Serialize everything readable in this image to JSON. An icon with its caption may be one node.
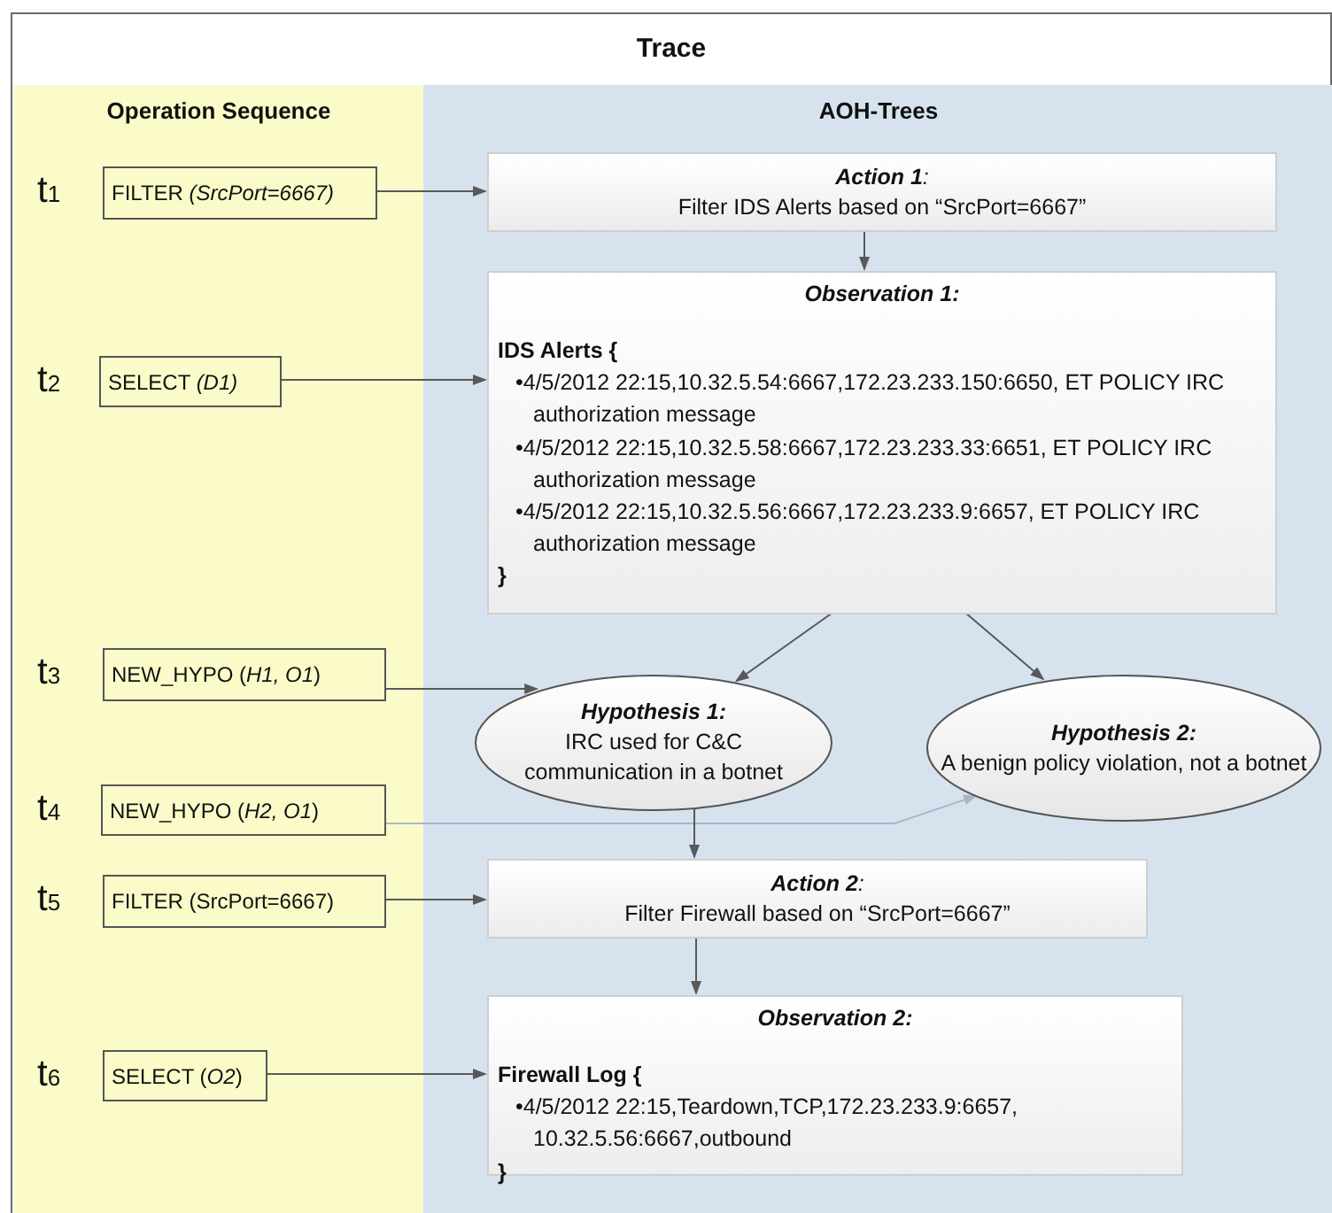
{
  "diagram": {
    "nodes": [
      {
        "text": [
          "Trace"
        ]
      },
      {
        "text": [
          "Operation Sequence"
        ],
        "in": 0
      },
      {
        "text": [
          "AOH-Trees"
        ],
        "in": 0
      },
      {
        "text": [
          "FILTER *(SrcPort=6667)*"
        ],
        "in": 1,
        "beside": [
          "t$_{1}$"
        ]
      },
      {
        "text": [
          "SELECT *(D1)*"
        ],
        "in": 1,
        "beside": [
          "t$_{2}$"
        ]
      },
      {
        "text": [
          "NEW_HYPO (*H1, O1*)"
        ],
        "in": 1,
        "beside": [
          "t$_{3}$"
        ]
      },
      {
        "text": [
          "NEW_HYPO (*H2, O1*)"
        ],
        "in": 1,
        "beside": [
          "t$_{4}$"
        ]
      },
      {
        "text": [
          "FILTER (SrcPort=6667)"
        ],
        "in": 1,
        "beside": [
          "t$_{5}$"
        ]
      },
      {
        "text": [
          "SELECT (*O2*)"
        ],
        "in": 1,
        "beside": [
          "t$_{6}$"
        ]
      },
      {
        "text": [
          "**Action 1**:",
          "Filter IDS Alerts based on “SrcPort=6667”"
        ],
        "in": 2
      },
      {
        "text": [
          "Observation 1:",
          "IDS Alerts {",
          "•4/5/2012 22:15,10.32.5.54:6667,172.23.233.150:6650, ET POLICY IRC authorization message",
          "•4/5/2012 22:15,10.32.5.58:6667,172.23.233.33:6651, ET POLICY IRC authorization message",
          "•4/5/2012 22:15,10.32.5.56:6667,172.23.233.9:6657, ET POLICY IRC authorization message",
          "}"
        ],
        "in": 2
      },
      {
        "text": [
          "Hypothesis 1:",
          "IRC used for C&C communication in a botnet"
        ],
        "in": 2
      },
      {
        "text": [
          "Hypothesis 2:",
          "A benign policy violation, not a botnet"
        ],
        "in": 2
      },
      {
        "text": [
          "**Action 2**:",
          "Filter Firewall based on “SrcPort=6667”"
        ],
        "in": 2
      },
      {
        "text": [
          "Observation 2:",
          "Firewall Log {",
          "•4/5/2012 22:15,Teardown,TCP,172.23.233.9:6657, 10.32.5.56:6667,outbound",
          "}"
        ],
        "in": 2
      }
    ],
    "edges": [
      {
        "from": 3,
        "to": 9,
        "arrow": "to"
      },
      {
        "from": 4,
        "to": 10,
        "arrow": "to"
      },
      {
        "from": 5,
        "to": 11,
        "arrow": "to"
      },
      {
        "from": 6,
        "to": 12,
        "arrow": "to",
        "color": "#a9b6c6"
      },
      {
        "from": 7,
        "to": 13,
        "arrow": "to"
      },
      {
        "from": 8,
        "to": 14,
        "arrow": "to"
      },
      {
        "from": 9,
        "to": 10,
        "arrow": "to"
      },
      {
        "from": 10,
        "to": 11,
        "arrow": "to"
      },
      {
        "from": 10,
        "to": 12,
        "arrow": "to"
      },
      {
        "from": 11,
        "to": 13,
        "arrow": "to"
      },
      {
        "from": 13,
        "to": 14,
        "arrow": "to"
      }
    ]
  }
}
